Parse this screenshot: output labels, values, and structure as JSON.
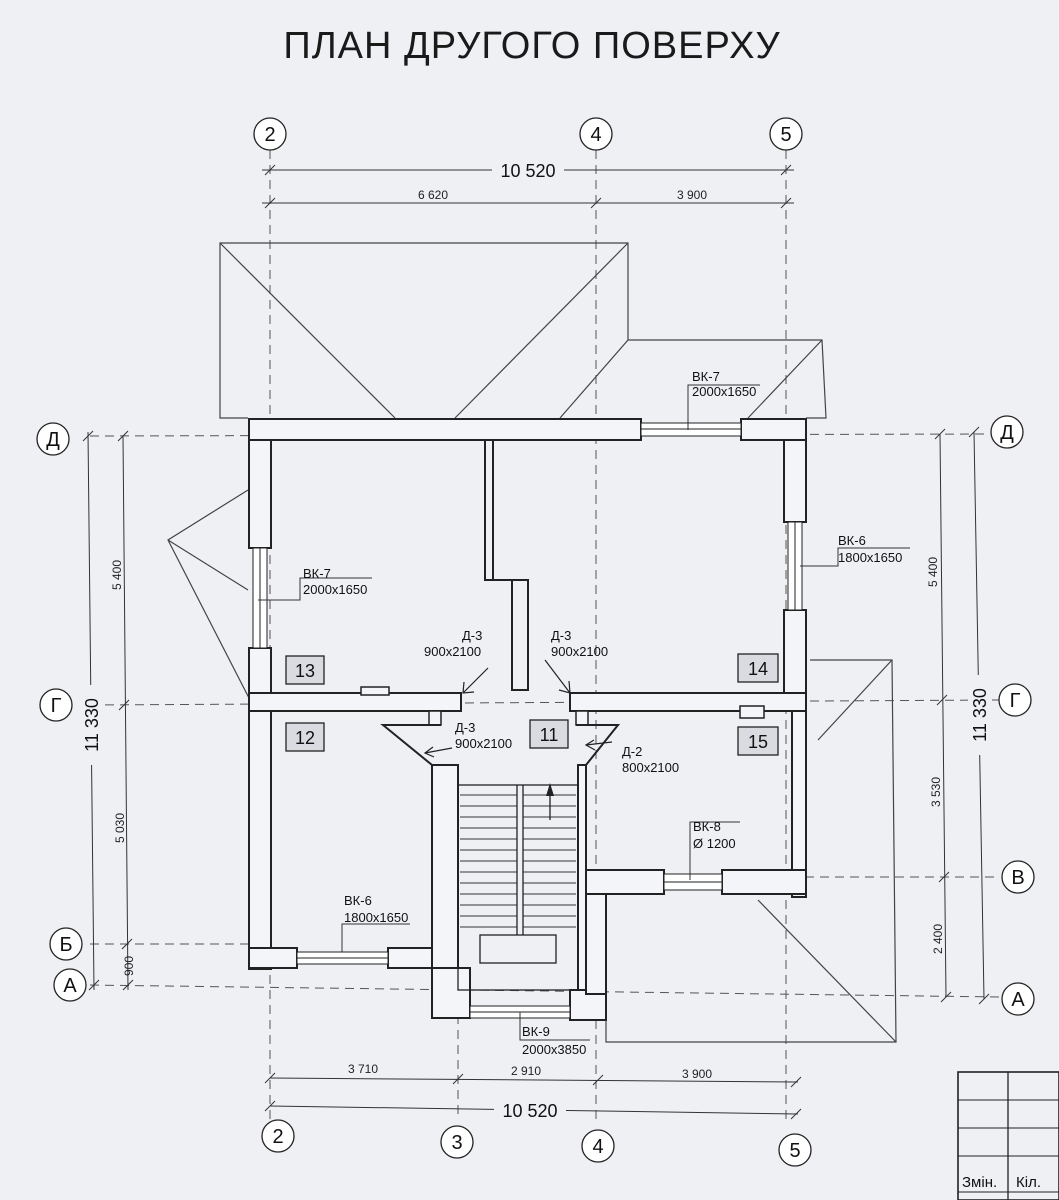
{
  "title": "ПЛАН ДРУГОГО ПОВЕРХУ",
  "axes": {
    "top": [
      "2",
      "4",
      "5"
    ],
    "bottom": [
      "2",
      "3",
      "4",
      "5"
    ],
    "left": [
      "Д",
      "Г",
      "Б",
      "А"
    ],
    "right": [
      "Д",
      "Г",
      "В",
      "А"
    ]
  },
  "dims": {
    "top_total": "10 520",
    "top_parts": [
      "6 620",
      "3 900"
    ],
    "bottom_parts": [
      "3 710",
      "2 910",
      "3 900"
    ],
    "bottom_total": "10 520",
    "left_total": "11 330",
    "left_parts": [
      "5 400",
      "5 030",
      "900"
    ],
    "right_total": "11 330",
    "right_parts": [
      "5 400",
      "3 530",
      "2 400"
    ]
  },
  "windows": [
    {
      "code": "ВК-7",
      "size": "2000x1650"
    },
    {
      "code": "ВК-7",
      "size": "2000x1650"
    },
    {
      "code": "ВК-6",
      "size": "1800x1650"
    },
    {
      "code": "ВК-6",
      "size": "1800x1650"
    },
    {
      "code": "ВК-8",
      "size": "Ø 1200"
    },
    {
      "code": "ВК-9",
      "size": "2000x3850"
    }
  ],
  "doors": [
    {
      "code": "Д-3",
      "size": "900x2100"
    },
    {
      "code": "Д-3",
      "size": "900x2100"
    },
    {
      "code": "Д-3",
      "size": "900x2100"
    },
    {
      "code": "Д-2",
      "size": "800x2100"
    }
  ],
  "rooms": [
    "13",
    "14",
    "12",
    "11",
    "15"
  ],
  "stamp": {
    "col1": "Змін.",
    "col2": "Кіл."
  }
}
